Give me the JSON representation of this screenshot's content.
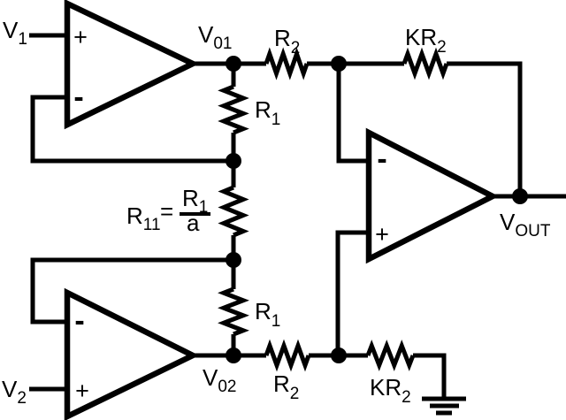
{
  "diagram_type": "op-amp instrumentation amplifier schematic",
  "colors": {
    "ink": "#000000",
    "background": "#ffffff"
  },
  "opamps": {
    "a1": {
      "plus": "+",
      "minus": "-"
    },
    "a2": {
      "plus": "+",
      "minus": "-"
    },
    "a3": {
      "plus": "+",
      "minus": "-"
    }
  },
  "labels": {
    "v1": {
      "base": "V",
      "sub": "1"
    },
    "v2": {
      "base": "V",
      "sub": "2"
    },
    "v01": {
      "base": "V",
      "sub": "01"
    },
    "v02": {
      "base": "V",
      "sub": "02"
    },
    "vout": {
      "base": "V",
      "sub": "OUT"
    },
    "r2_top": {
      "base": "R",
      "sub": "2"
    },
    "kr2_top": {
      "base": "KR",
      "sub": "2"
    },
    "r1_top": {
      "base": "R",
      "sub": "1"
    },
    "r1_bottom": {
      "base": "R",
      "sub": "1"
    },
    "r2_bottom": {
      "base": "R",
      "sub": "2"
    },
    "kr2_bottom": {
      "base": "KR",
      "sub": "2"
    },
    "r11": {
      "lhs_base": "R",
      "lhs_sub": "11",
      "equals": "=",
      "num_base": "R",
      "num_sub": "1",
      "den": "a"
    }
  }
}
